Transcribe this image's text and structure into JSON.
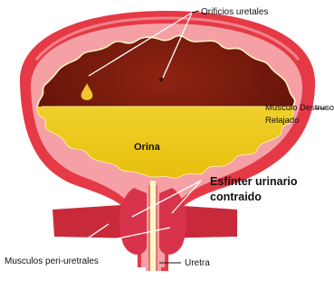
{
  "labels": {
    "orificios": "Orificios uretales",
    "musculo_line1": "Musculo Destrusor",
    "musculo_line2": "Relajado",
    "orina": "Orina",
    "esfinter_line1": "Esfínter urinario",
    "esfinter_line2": "contraido",
    "periuretrales": "Musculos peri-uretrales",
    "uretra": "Uretra"
  },
  "colors": {
    "outer_wall": "#e63946",
    "inner_wall": "#f4a0a4",
    "lumen_dark": "#7a1a10",
    "urine": "#f2d31b",
    "sphincter": "#d8334a",
    "peri_muscle": "#c92a3a",
    "urethra_canal": "#fff7c2"
  }
}
